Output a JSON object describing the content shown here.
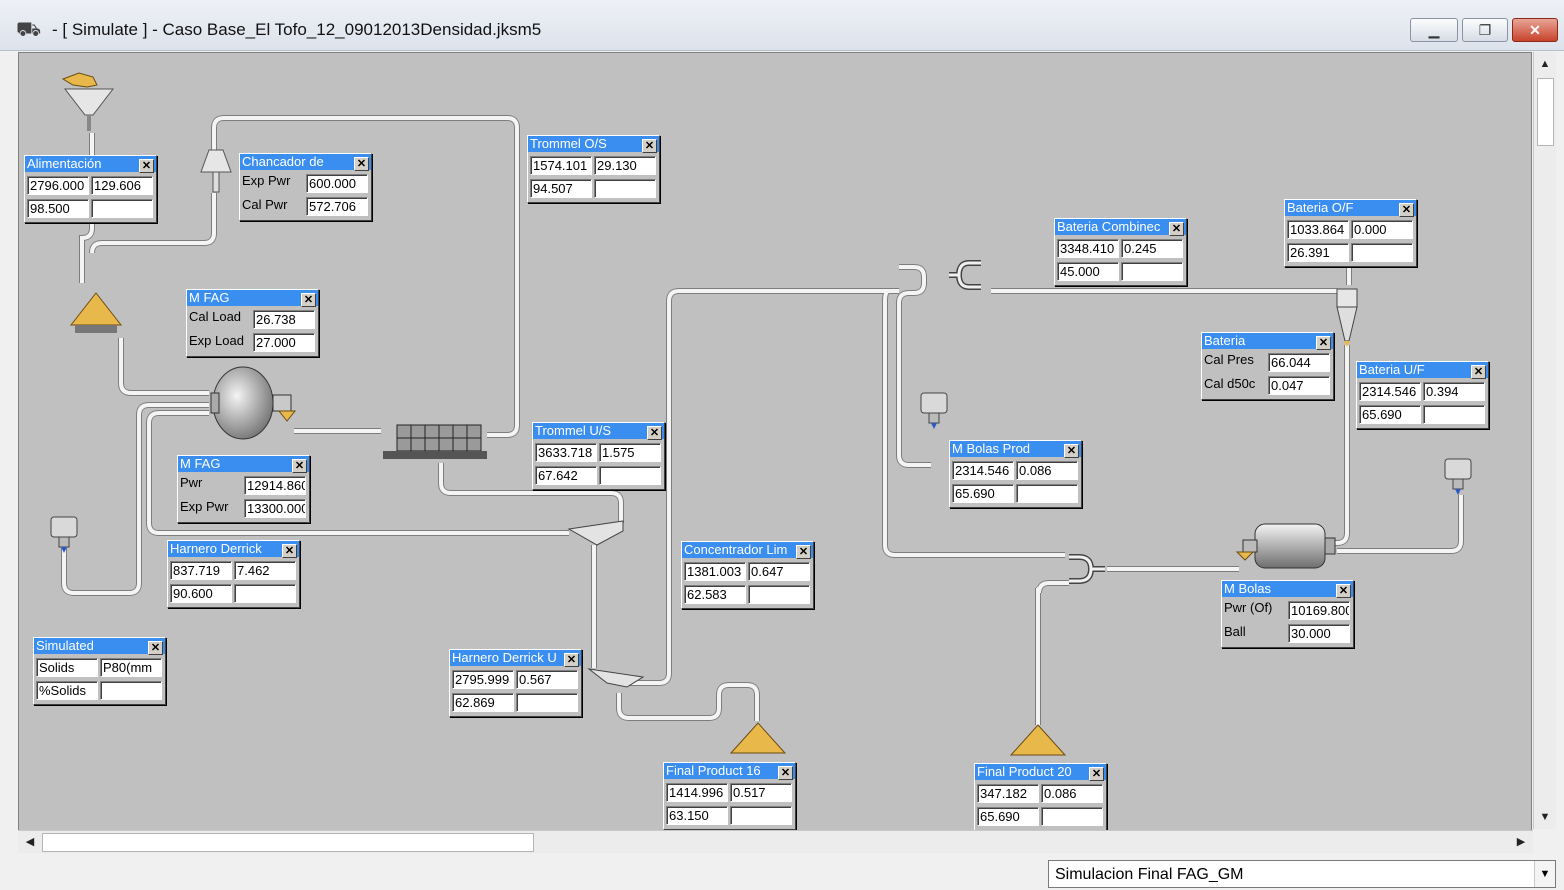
{
  "window": {
    "title": "- [ Simulate ] - Caso Base_El Tofo_12_09012013Densidad.jksm5"
  },
  "panels": {
    "alimentacion": {
      "title": "Alimentación",
      "v1": "2796.000",
      "v2": "129.606",
      "v3": "98.500"
    },
    "chancador": {
      "title": "Chancador de",
      "l1": "Exp Pwr",
      "v1": "600.000",
      "l2": "Cal Pwr",
      "v2": "572.706"
    },
    "trommel_os": {
      "title": "Trommel O/S",
      "v1": "1574.101",
      "v2": "29.130",
      "v3": "94.507"
    },
    "mfag_load": {
      "title": "M FAG",
      "l1": "Cal Load",
      "v1": "26.738",
      "l2": "Exp Load",
      "v2": "27.000"
    },
    "mfag_pwr": {
      "title": "M FAG",
      "l1": "Pwr",
      "v1": "12914.860",
      "l2": "Exp Pwr",
      "v2": "13300.000"
    },
    "trommel_us": {
      "title": "Trommel U/S",
      "v1": "3633.718",
      "v2": "1.575",
      "v3": "67.642"
    },
    "harnero_derrick": {
      "title": "Harnero Derrick",
      "v1": "837.719",
      "v2": "7.462",
      "v3": "90.600"
    },
    "simulated": {
      "title": "Simulated",
      "v1": "Solids",
      "v2": "P80(mm",
      "v3": "%Solids"
    },
    "harnero_derrick_u": {
      "title": "Harnero Derrick U",
      "v1": "2795.999",
      "v2": "0.567",
      "v3": "62.869"
    },
    "concentrador": {
      "title": "Concentrador Lim",
      "v1": "1381.003",
      "v2": "0.647",
      "v3": "62.583"
    },
    "final16": {
      "title": "Final Product 16",
      "v1": "1414.996",
      "v2": "0.517",
      "v3": "63.150"
    },
    "final20": {
      "title": "Final Product 20",
      "v1": "347.182",
      "v2": "0.086",
      "v3": "65.690"
    },
    "bateria_comb": {
      "title": "Bateria Combinec",
      "v1": "3348.410",
      "v2": "0.245",
      "v3": "45.000"
    },
    "bateria_of": {
      "title": "Bateria O/F",
      "v1": "1033.864",
      "v2": "0.000",
      "v3": "26.391"
    },
    "bateria": {
      "title": "Bateria",
      "l1": "Cal Pres",
      "v1": "66.044",
      "l2": "Cal d50c",
      "v2": "0.047"
    },
    "bateria_uf": {
      "title": "Bateria U/F",
      "v1": "2314.546",
      "v2": "0.394",
      "v3": "65.690"
    },
    "mbolas_prod": {
      "title": "M Bolas Prod",
      "v1": "2314.546",
      "v2": "0.086",
      "v3": "65.690"
    },
    "mbolas": {
      "title": "M Bolas",
      "l1": "Pwr (Of)",
      "v1": "10169.800",
      "l2": "Ball",
      "v2": "30.000"
    }
  },
  "status": {
    "simulation": "Simulacion Final FAG_GM"
  },
  "icons": [
    "app-icon",
    "feeder-icon",
    "cone-crusher-icon",
    "stockpile-icon",
    "sag-mill-icon",
    "trommel-icon",
    "valve-icon",
    "screen-icon",
    "cyclone-icon",
    "ball-mill-icon",
    "product-pile-icon"
  ],
  "colors": {
    "canvas": "#c0c0c0",
    "panel_header": "#3a8ef0",
    "pipe": "#f4f4f4",
    "ore": "#e8b84a"
  }
}
